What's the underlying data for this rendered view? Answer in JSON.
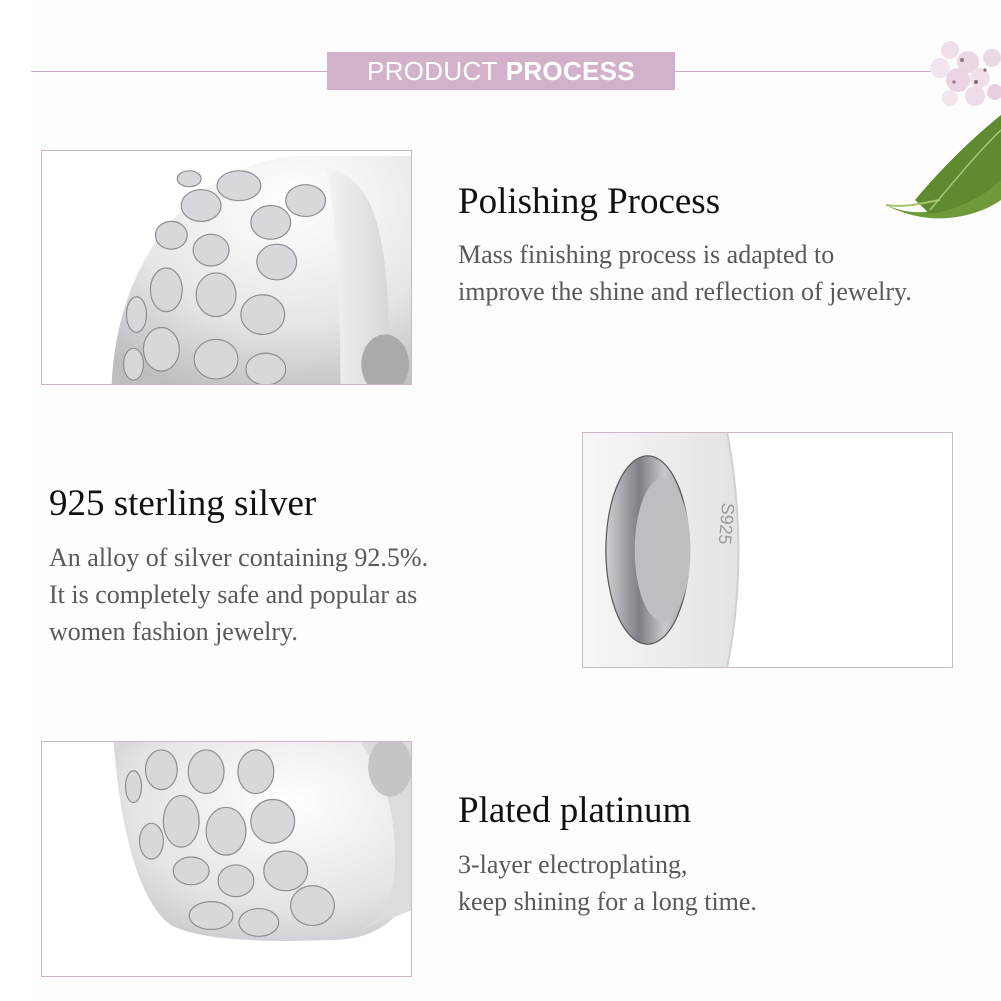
{
  "header": {
    "title_light": "PRODUCT",
    "title_bold": "PROCESS",
    "banner_color": "#d2b2cb",
    "line_color": "#c6a8c0"
  },
  "decoration": {
    "icon": "lilac-flower-with-leaf-illustration"
  },
  "features": [
    {
      "title": "Polishing Process",
      "description": "Mass finishing process is adapted to\nimprove the shine and reflection of jewelry.",
      "image": "textured-silver-charm-closeup-top"
    },
    {
      "title": "925 sterling silver",
      "description": "An alloy of silver containing 92.5%.\nIt is completely safe and popular as\nwomen fashion jewelry.",
      "image": "silver-charm-core-with-s925-stamp",
      "engraving": "S925"
    },
    {
      "title": "Plated platinum",
      "description": "3-layer electroplating,\nkeep shining for a long time.",
      "image": "textured-silver-charm-closeup-bottom"
    }
  ],
  "colors": {
    "frame_border": "#cdb6c8",
    "title_text": "#111111",
    "body_text": "#595959"
  }
}
